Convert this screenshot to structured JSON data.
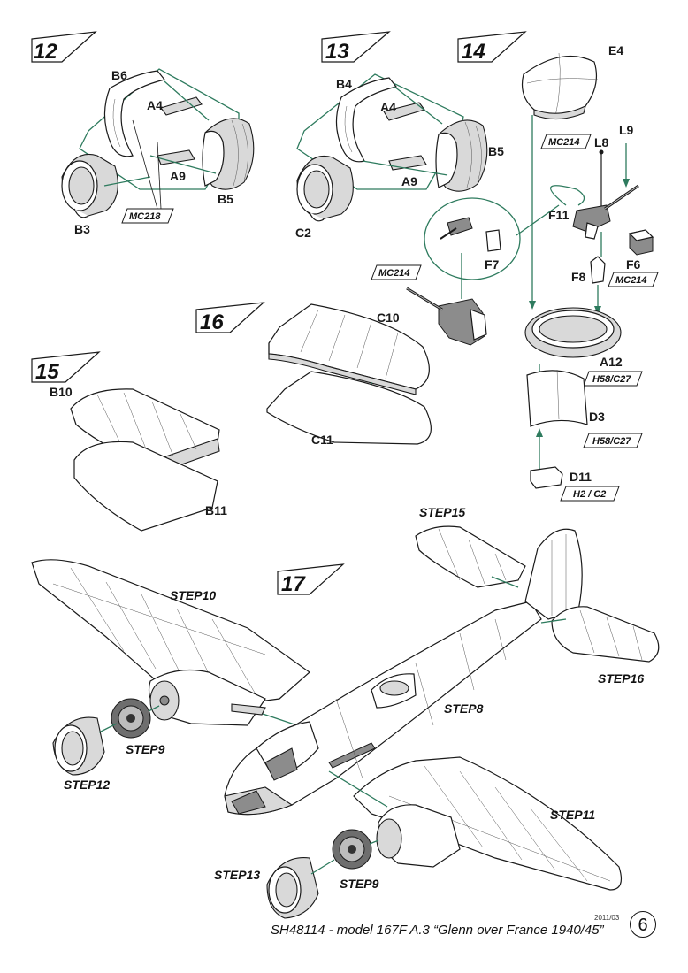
{
  "steps": {
    "s12": "12",
    "s13": "13",
    "s14": "14",
    "s15": "15",
    "s16": "16",
    "s17": "17"
  },
  "parts": {
    "B6": "B6",
    "A4_12": "A4",
    "A9_12": "A9",
    "B5_12": "B5",
    "B3": "B3",
    "B4": "B4",
    "A4_13": "A4",
    "B5_13": "B5",
    "A9_13": "A9",
    "C2": "C2",
    "E4": "E4",
    "L8": "L8",
    "L9": "L9",
    "F11": "F11",
    "F7": "F7",
    "F6": "F6",
    "F8": "F8",
    "A12": "A12",
    "D3": "D3",
    "D11": "D11",
    "C10": "C10",
    "C11": "C11",
    "B10": "B10",
    "B11": "B11"
  },
  "refs": {
    "mc218": "MC218",
    "mc214_a": "MC214",
    "mc214_b": "MC214",
    "mc214_c": "MC214",
    "h58c27_a": "H58/C27",
    "h58c27_b": "H58/C27",
    "h2c2": "H2 / C2"
  },
  "step_refs": {
    "step15": "STEP15",
    "step10": "STEP10",
    "step16": "STEP16",
    "step8": "STEP8",
    "step9_a": "STEP9",
    "step12": "STEP12",
    "step11": "STEP11",
    "step13": "STEP13",
    "step9_b": "STEP9"
  },
  "footer": {
    "date": "2011/03",
    "title": "SH48114 - model 167F A.3 “Glenn over France 1940/45”",
    "page": "6"
  },
  "colors": {
    "guide_line": "#2e7b5e",
    "outline": "#1a1a1a",
    "shading": "#d9d9d9"
  }
}
